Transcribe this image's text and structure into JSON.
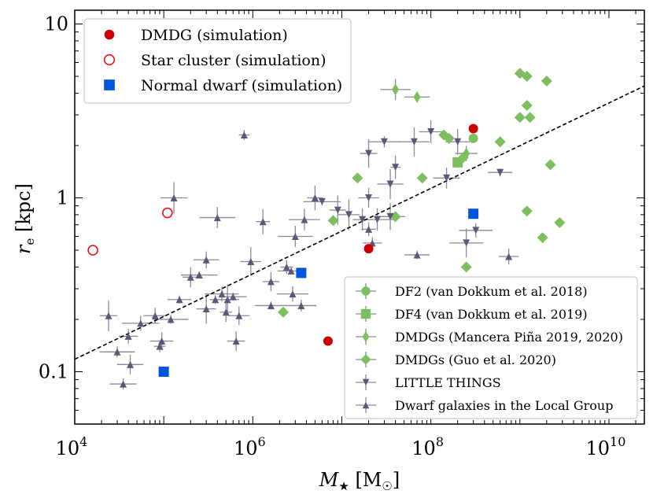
{
  "chart_data": {
    "type": "scatter",
    "x_scale": "log",
    "y_scale": "log",
    "xlim": [
      10000,
      25000000000
    ],
    "ylim": [
      0.05,
      12
    ],
    "xlabel_html": "M★ [M☉]",
    "ylabel_html": "r_e [kpc]",
    "x_ticks": [
      {
        "value": 10000,
        "base": "10",
        "exp": "4"
      },
      {
        "value": 1000000,
        "base": "10",
        "exp": "6"
      },
      {
        "value": 100000000,
        "base": "10",
        "exp": "8"
      },
      {
        "value": 10000000000,
        "base": "10",
        "exp": "10"
      }
    ],
    "y_ticks": [
      {
        "value": 0.1,
        "label": "0.1"
      },
      {
        "value": 1,
        "label": "1"
      },
      {
        "value": 10,
        "label": "10"
      }
    ],
    "fit_line": {
      "style": "dashed",
      "color": "#000000",
      "points": [
        [
          10000,
          0.118
        ],
        [
          25000000000,
          4.4
        ]
      ]
    },
    "legends": {
      "upper_left": [
        {
          "label": "DMDG (simulation)",
          "marker": "circle",
          "color": "#cc0000",
          "filled": true
        },
        {
          "label": "Star cluster (simulation)",
          "marker": "circle",
          "color": "#ee1111",
          "filled": false
        },
        {
          "label": "Normal dwarf (simulation)",
          "marker": "square",
          "color": "#0055dd",
          "filled": true
        }
      ],
      "lower_right": [
        {
          "label": "DF2 (van Dokkum et al. 2018)",
          "marker": "circle",
          "color": "#7dbf5e"
        },
        {
          "label": "DF4 (van Dokkum et al. 2019)",
          "marker": "square",
          "color": "#7dbf5e"
        },
        {
          "label": "DMDGs (Mancera Piña 2019, 2020)",
          "marker": "thin-diamond",
          "color": "#7dbf5e"
        },
        {
          "label": "DMDGs (Guo et al. 2020)",
          "marker": "diamond",
          "color": "#7dbf5e"
        },
        {
          "label": "LITTLE THINGS",
          "marker": "triangle-down",
          "color": "#5a5a78"
        },
        {
          "label": "Dwarf galaxies in the Local Group",
          "marker": "triangle-up",
          "color": "#5a5a78"
        }
      ]
    },
    "series": [
      {
        "name": "DMDG (simulation)",
        "marker": "circle",
        "color": "#cc0000",
        "filled": true,
        "points": [
          [
            300000000,
            2.5
          ],
          [
            20000000,
            0.51
          ],
          [
            7000000,
            0.15
          ]
        ]
      },
      {
        "name": "Star cluster (simulation)",
        "marker": "circle",
        "color": "#ee1111",
        "filled": false,
        "points": [
          [
            16000,
            0.5
          ],
          [
            110000,
            0.82
          ]
        ]
      },
      {
        "name": "Normal dwarf (simulation)",
        "marker": "square",
        "color": "#0055dd",
        "filled": true,
        "points": [
          [
            300000000,
            0.81
          ],
          [
            3500000,
            0.37
          ],
          [
            100000,
            0.1
          ]
        ]
      },
      {
        "name": "DF2 (van Dokkum et al. 2018)",
        "marker": "circle",
        "color": "#7dbf5e",
        "points": [
          [
            300000000,
            2.2
          ]
        ]
      },
      {
        "name": "DF4 (van Dokkum et al. 2019)",
        "marker": "square",
        "color": "#7dbf5e",
        "points": [
          [
            200000000,
            1.6
          ]
        ]
      },
      {
        "name": "DMDGs (Mancera Piña 2019, 2020)",
        "marker": "thin-diamond",
        "color": "#7dbf5e",
        "points": [
          [
            40000000,
            4.2
          ],
          [
            70000000,
            3.8
          ],
          [
            250000000,
            1.8
          ]
        ]
      },
      {
        "name": "DMDGs (Guo et al. 2020)",
        "marker": "diamond",
        "color": "#7dbf5e",
        "points": [
          [
            1000000000,
            5.2
          ],
          [
            1200000000,
            5.0
          ],
          [
            2000000000,
            4.7
          ],
          [
            1200000000,
            3.4
          ],
          [
            1000000000,
            2.9
          ],
          [
            1300000000,
            2.9
          ],
          [
            140000000,
            2.3
          ],
          [
            160000000,
            2.2
          ],
          [
            600000000,
            2.1
          ],
          [
            230000000,
            1.7
          ],
          [
            2200000000,
            1.55
          ],
          [
            15000000,
            1.3
          ],
          [
            80000000,
            1.3
          ],
          [
            8000000,
            0.74
          ],
          [
            40000000,
            0.78
          ],
          [
            1200000000,
            0.84
          ],
          [
            2800000000,
            0.72
          ],
          [
            1800000000,
            0.59
          ],
          [
            250000000,
            0.4
          ],
          [
            2200000,
            0.22
          ]
        ]
      },
      {
        "name": "LITTLE THINGS",
        "marker": "triangle-down",
        "color": "#5a5a78",
        "points": [
          [
            20000000,
            1.8
          ],
          [
            30000000,
            2.1
          ],
          [
            65000000,
            2.1
          ],
          [
            100000000,
            2.4
          ],
          [
            200000000,
            2.1
          ],
          [
            600000000,
            1.4
          ],
          [
            40000000,
            1.5
          ],
          [
            35000000,
            1.2
          ],
          [
            150000000,
            1.3
          ],
          [
            20000000,
            1.0
          ],
          [
            25000000,
            0.75
          ],
          [
            17000000,
            0.75
          ],
          [
            12000000,
            0.8
          ],
          [
            9000000,
            0.85
          ],
          [
            6000000,
            0.95
          ],
          [
            35000000,
            0.78
          ],
          [
            250000000,
            0.55
          ],
          [
            320000000,
            0.65
          ]
        ]
      },
      {
        "name": "Dwarf galaxies in the Local Group",
        "marker": "triangle-up",
        "color": "#5a5a78",
        "points": [
          [
            800000,
            2.3
          ],
          [
            130000,
            1.0
          ],
          [
            400000,
            0.77
          ],
          [
            5000000,
            1.0
          ],
          [
            3800000,
            0.75
          ],
          [
            1300000,
            0.73
          ],
          [
            3000000,
            0.6
          ],
          [
            20000000,
            0.66
          ],
          [
            22000000,
            0.55
          ],
          [
            70000000,
            0.47
          ],
          [
            750000000,
            0.46
          ],
          [
            950000,
            0.43
          ],
          [
            300000,
            0.44
          ],
          [
            2400000,
            0.4
          ],
          [
            2700000,
            0.38
          ],
          [
            250000,
            0.36
          ],
          [
            200000,
            0.35
          ],
          [
            1600000,
            0.33
          ],
          [
            2800000,
            0.28
          ],
          [
            450000,
            0.28
          ],
          [
            600000,
            0.27
          ],
          [
            380000,
            0.26
          ],
          [
            520000,
            0.26
          ],
          [
            1600000,
            0.24
          ],
          [
            3500000,
            0.24
          ],
          [
            500000,
            0.22
          ],
          [
            700000,
            0.21
          ],
          [
            55000,
            0.19
          ],
          [
            120000,
            0.2
          ],
          [
            80000,
            0.21
          ],
          [
            300000,
            0.23
          ],
          [
            95000,
            0.15
          ],
          [
            90000,
            0.14
          ],
          [
            30000,
            0.13
          ],
          [
            24000,
            0.21
          ],
          [
            40000,
            0.16
          ],
          [
            35000,
            0.085
          ],
          [
            42000,
            0.11
          ],
          [
            150000,
            0.26
          ],
          [
            650000,
            0.15
          ]
        ]
      }
    ]
  }
}
